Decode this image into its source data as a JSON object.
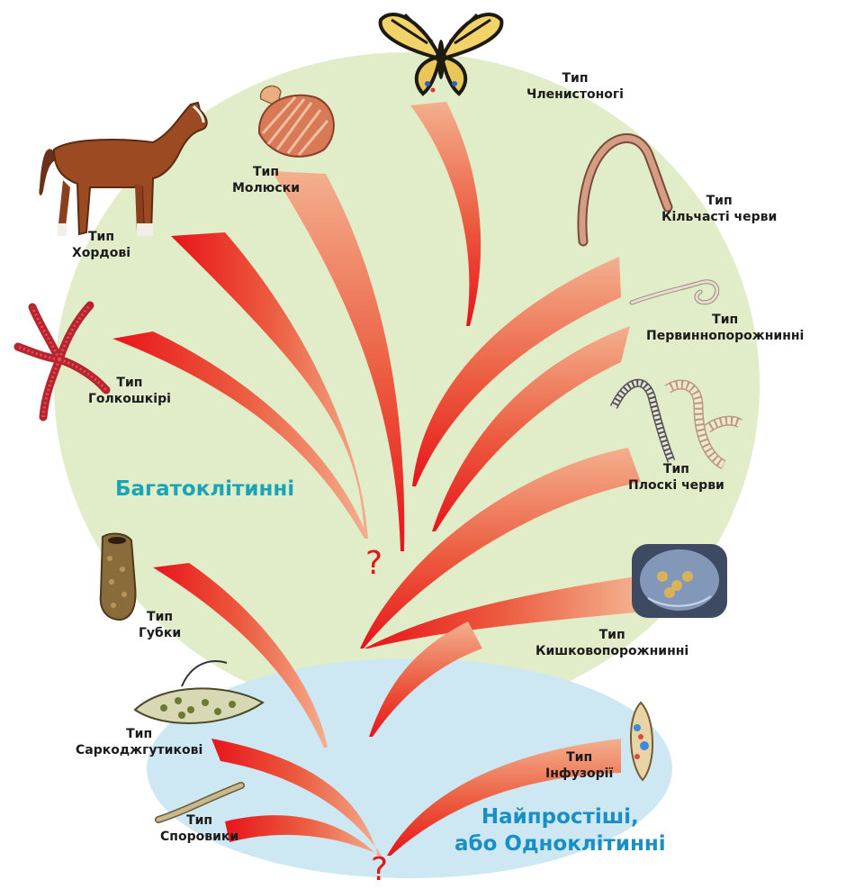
{
  "groups": {
    "multicellular": "Багатоклітинні",
    "unicellular_line1": "Найпростіші,",
    "unicellular_line2": "або Одноклітинні"
  },
  "origin_marks": {
    "upper": "?",
    "lower": "?"
  },
  "phyla": {
    "arthropods": {
      "type": "Тип",
      "name": "Членистоногі"
    },
    "molluscs": {
      "type": "Тип",
      "name": "Молюски"
    },
    "chordates": {
      "type": "Тип",
      "name": "Хордові"
    },
    "annelids": {
      "type": "Тип",
      "name": "Кільчасті черви"
    },
    "nematodes": {
      "type": "Тип",
      "name": "Первиннопорожнинні"
    },
    "echinoderms": {
      "type": "Тип",
      "name": "Голкошкірі"
    },
    "flatworms": {
      "type": "Тип",
      "name": "Плоскі черви"
    },
    "sponges": {
      "type": "Тип",
      "name": "Губки"
    },
    "cnidarians": {
      "type": "Тип",
      "name": "Кишковопорожнинні"
    },
    "sarcomastigophora": {
      "type": "Тип",
      "name": "Саркоджгутикові"
    },
    "ciliates": {
      "type": "Тип",
      "name": "Інфузорії"
    },
    "sporozoa": {
      "type": "Тип",
      "name": "Споровики"
    }
  },
  "colors": {
    "multicellular_bg": "#e1ecc8",
    "unicellular_bg": "#cde8f3",
    "branch_base": "#e8141b",
    "branch_tip": "#f0a07c",
    "multicellular_text": "#1aa5b6",
    "unicellular_text": "#1a8fc4",
    "question_mark": "#e11818"
  },
  "icons": [
    "butterfly-icon",
    "scallop-shell-icon",
    "horse-icon",
    "earthworm-icon",
    "roundworm-icon",
    "sea-star-icon",
    "tapeworm-icon",
    "sponge-icon",
    "jellyfish-icon",
    "euglena-icon",
    "paramecium-icon",
    "gregarine-icon"
  ]
}
